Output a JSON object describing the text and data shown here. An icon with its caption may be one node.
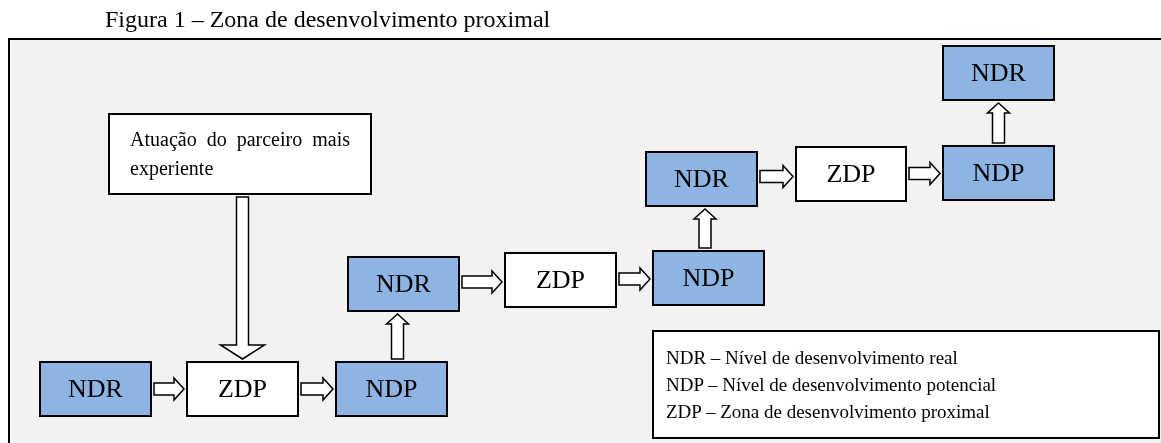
{
  "diagram": {
    "title": "Figura 1 – Zona de desenvolvimento proximal",
    "nodes": [
      {
        "text": [
          "Atuação do parceiro mais experiente"
        ]
      },
      {
        "text": [
          "NDR"
        ]
      },
      {
        "text": [
          "ZDP"
        ]
      },
      {
        "text": [
          "NDP"
        ]
      },
      {
        "text": [
          "NDR"
        ]
      },
      {
        "text": [
          "ZDP"
        ]
      },
      {
        "text": [
          "NDP"
        ]
      },
      {
        "text": [
          "NDR"
        ]
      },
      {
        "text": [
          "ZDP"
        ]
      },
      {
        "text": [
          "NDP"
        ]
      },
      {
        "text": [
          "NDR"
        ]
      },
      {
        "text": [
          "NDR – Nível de desenvolvimento real",
          "NDP – Nível de desenvolvimento potencial",
          "ZDP – Zona de desenvolvimento proximal"
        ]
      }
    ],
    "edges": [
      {
        "from": 0,
        "to": 2,
        "arrow": "to"
      },
      {
        "from": 1,
        "to": 2,
        "arrow": "to"
      },
      {
        "from": 2,
        "to": 3,
        "arrow": "to"
      },
      {
        "from": 3,
        "to": 4,
        "arrow": "to"
      },
      {
        "from": 4,
        "to": 5,
        "arrow": "to"
      },
      {
        "from": 5,
        "to": 6,
        "arrow": "to"
      },
      {
        "from": 6,
        "to": 7,
        "arrow": "to"
      },
      {
        "from": 7,
        "to": 8,
        "arrow": "to"
      },
      {
        "from": 8,
        "to": 9,
        "arrow": "to"
      },
      {
        "from": 9,
        "to": 10,
        "arrow": "to"
      }
    ]
  }
}
